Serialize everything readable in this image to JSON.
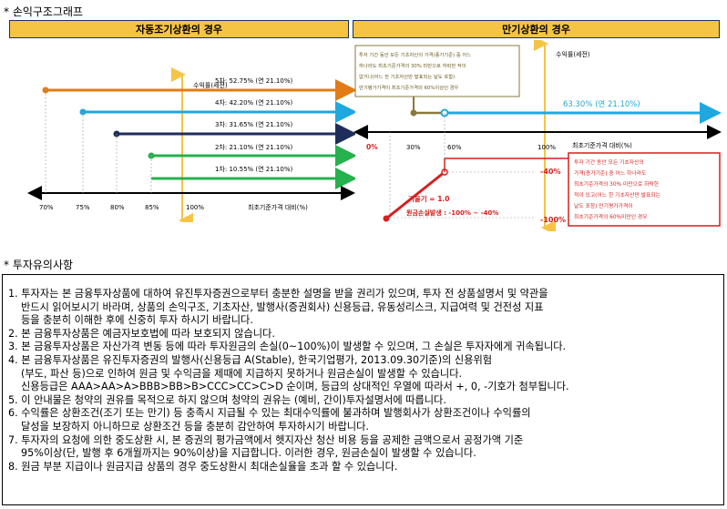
{
  "section1": {
    "title": "* 손익구조그래프"
  },
  "left_panel": {
    "header": "자동조기상환의 경우",
    "y_axis_label": "수익률(세전)",
    "x_axis_label": "최초기준가격 대비(%)",
    "ticks": [
      "70%",
      "75%",
      "80%",
      "85%",
      "100%"
    ],
    "series": [
      {
        "label": "5차: 52.75% (연 21.10%)",
        "color": "#e07b16",
        "start": "70%"
      },
      {
        "label": "4차: 42.20% (연 21.10%)",
        "color": "#1fa8df",
        "start": "75%"
      },
      {
        "label": "3차: 31.65% (연 21.10%)",
        "color": "#1f2d5a",
        "start": "80%"
      },
      {
        "label": "2차: 21.10% (연 21.10%)",
        "color": "#25b14d",
        "start": "85%"
      },
      {
        "label": "1차: 10.55% (연 21.10%)",
        "color": "#25b14d",
        "start": "85%"
      }
    ]
  },
  "right_panel": {
    "header": "만기상환의 경우",
    "y_axis_label": "수익률(세전)",
    "x_axis_label": "최초기준가격 대비(%)",
    "ticks": [
      "0%",
      "30%",
      "60%",
      "100%"
    ],
    "gain_label": "63.30% (연 21.10%)",
    "callout_top": [
      "투자 기간 동안 모든 기초자산의 가격(종가기준) 중 어느",
      "하나라도 최초기준가격의 30% 미만으로 하락한 적이",
      "없거나(어느 한 기초자산만 발표되는 날도 포함)",
      "만기평가가격이 최초기준가격의 60%이상인 경우"
    ],
    "callout_bottom": [
      "투자 기간 동안 모든 기초자산의",
      "가격(종가기준) 중 어느 하나라도",
      "최초기준가격의 30% 미만으로 하락한",
      "적이 있고(어느 한 기초자산만 발표되는",
      "날도 포함) 만기평가가격이",
      "최초기준가격의 60%미만인 경우"
    ],
    "slope_label": "기울기 = 1.0",
    "loss_label": "원금손실발생 : -100% ~ -40%",
    "neg40": "-40%",
    "neg100": "-100%"
  },
  "section2": {
    "title": "* 투자유의사항"
  },
  "notices": [
    "1. 투자자는 본 금융투자상품에 대하여 유진투자증권으로부터 충분한 설명을 받을 권리가 있으며, 투자 전 상품설명서 및 약관을\n반드시 읽어보시기 바라며, 상품의 손익구조, 기초자산, 발행사(증권회사) 신용등급, 유동성리스크, 지급여력 및 건전성 지표\n등을 충분히 이해한 후에 신중히 투자 하시기 바랍니다.",
    "2. 본 금융투자상품은 예금자보호법에 따라 보호되지 않습니다.",
    "3. 본 금융투자상품은 자산가격 변동 등에 따라 투자원금의 손실(0~100%)이 발생할 수 있으며, 그 손실은 투자자에게 귀속됩니다.",
    "4. 본 금융투자상품은 유진투자증권의 발행사(신용등급 A(Stable), 한국기업평가, 2013.09.30기준)의 신용위험\n(부도, 파산 등)으로 인하여 원금 및 수익금을 제때에 지급하지 못하거나 원금손실이 발생할 수 있습니다.\n신용등급은 AAA>AA>A>BBB>BB>B>CCC>CC>C>D 순이며, 등급의 상대적인 우열에 따라서 +, 0, -기호가 첨부됩니다.",
    "5. 이 안내물은 청약의 권유를 목적으로 하지 않으며 청약의 권유는 (예비, 간이)투자설명서에 따릅니다.",
    "6. 수익률은 상환조건(조기 또는 만기) 등 충족시 지급될 수 있는 최대수익률에 불과하며 발행회사가 상환조건이나 수익률의\n달성을 보장하지 아니하므로 상환조건 등을 충분히 감안하여 투자하시기 바랍니다.",
    "7. 투자자의 요청에 의한 중도상환 시, 본 증권의 평가금액에서 헷지자산 청산 비용 등을 공제한 금액으로서 공정가액 기준\n95%이상(단, 발행 후 6개월까지는 90%이상)을 지급합니다. 이러한 경우, 원금손실이 발생할 수 있습니다.",
    "8. 원금 부분 지급이나 원금지급 상품의 경우 중도상환시 최대손실율을 초과 할 수 있습니다."
  ]
}
